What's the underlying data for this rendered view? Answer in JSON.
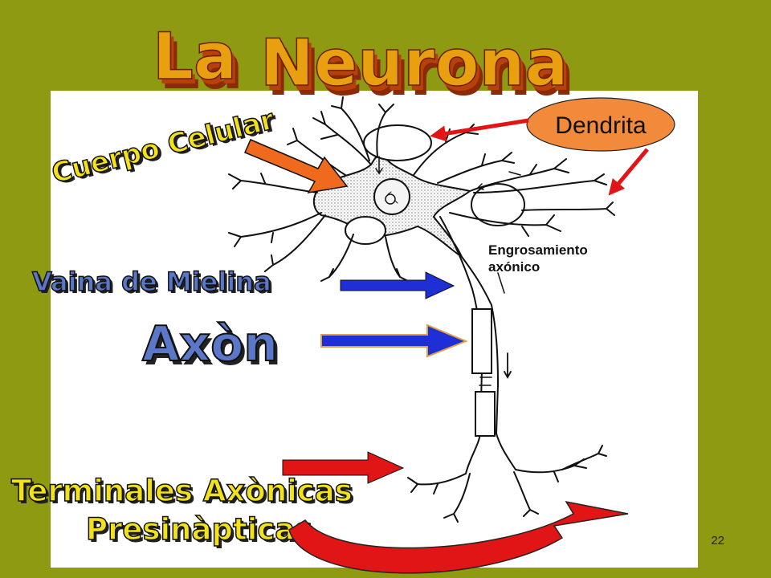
{
  "slide": {
    "title_word_1": "La",
    "title_word_2": "Neurona",
    "page_number": "22"
  },
  "labels": {
    "cuerpo": "Cuerpo Celular",
    "dendrita": "Dendrita",
    "vaina": "Vaina de Mielina",
    "axon": "Axòn",
    "terminales_1": "Terminales Axònicas",
    "terminales_2": "Presinàpticas",
    "engrosamiento_1": "Engrosamiento",
    "engrosamiento_2": "axónico"
  },
  "colors": {
    "background": "#8f9a13",
    "title_fill": "#e8a010",
    "title_shadow": "#a0300a",
    "label_yellow": "#f3e11a",
    "label_blue_fill": "#5b78c8",
    "dendrita_bubble": "#f28a3c",
    "arrow_red": "#e11515",
    "arrow_blue": "#1f2fd6",
    "arrow_orange": "#ef6a1c"
  },
  "icons": {
    "big_curved_arrow": "curved-red-arrow-icon"
  }
}
